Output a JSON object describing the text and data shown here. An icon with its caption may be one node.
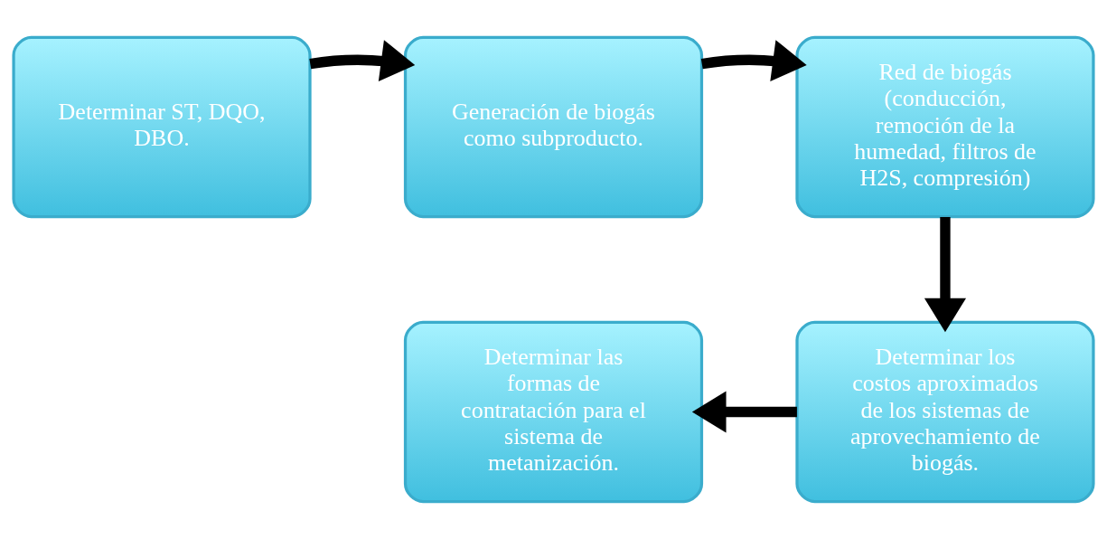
{
  "diagram": {
    "nodes": [
      {
        "text": [
          "Determinar ST, DQO, DBO."
        ]
      },
      {
        "text": [
          "Generación de biogás como subproducto."
        ]
      },
      {
        "text": [
          "Red de biogás (conducción, remoción de la humedad, filtros de H2S, compresión)"
        ]
      },
      {
        "text": [
          "Determinar los costos aproximados de los sistemas de aprovechamiento de biogás."
        ]
      },
      {
        "text": [
          "Determinar las formas de contratación para el sistema de metanización."
        ]
      }
    ],
    "edges": [
      {
        "from": 0,
        "to": 1,
        "arrow": "to"
      },
      {
        "from": 1,
        "to": 2,
        "arrow": "to"
      },
      {
        "from": 2,
        "to": 3,
        "arrow": "to"
      },
      {
        "from": 3,
        "to": 4,
        "arrow": "to"
      }
    ]
  }
}
